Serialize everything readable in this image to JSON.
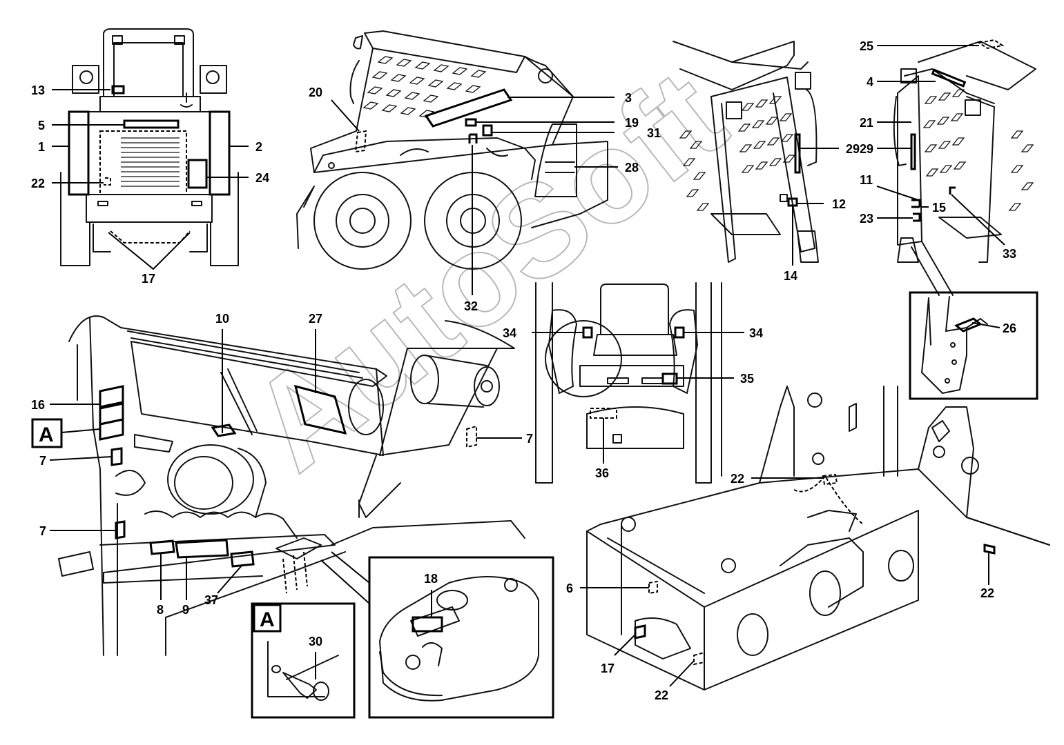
{
  "watermark": "AutoSoft",
  "detail_labels": {
    "view_a": "A"
  },
  "callouts": {
    "c1": "1",
    "c2": "2",
    "c3": "3",
    "c4": "4",
    "c5": "5",
    "c6": "6",
    "c7": "7",
    "c8": "8",
    "c9": "9",
    "c10": "10",
    "c11": "11",
    "c12": "12",
    "c13": "13",
    "c14": "14",
    "c15": "15",
    "c16": "16",
    "c17": "17",
    "c18": "18",
    "c19": "19",
    "c20": "20",
    "c21": "21",
    "c22": "22",
    "c23": "23",
    "c24": "24",
    "c25": "25",
    "c26": "26",
    "c27": "27",
    "c28": "28",
    "c29": "29",
    "c30": "30",
    "c31": "31",
    "c32": "32",
    "c33": "33",
    "c34": "34",
    "c35": "35",
    "c36": "36",
    "c37": "37"
  }
}
